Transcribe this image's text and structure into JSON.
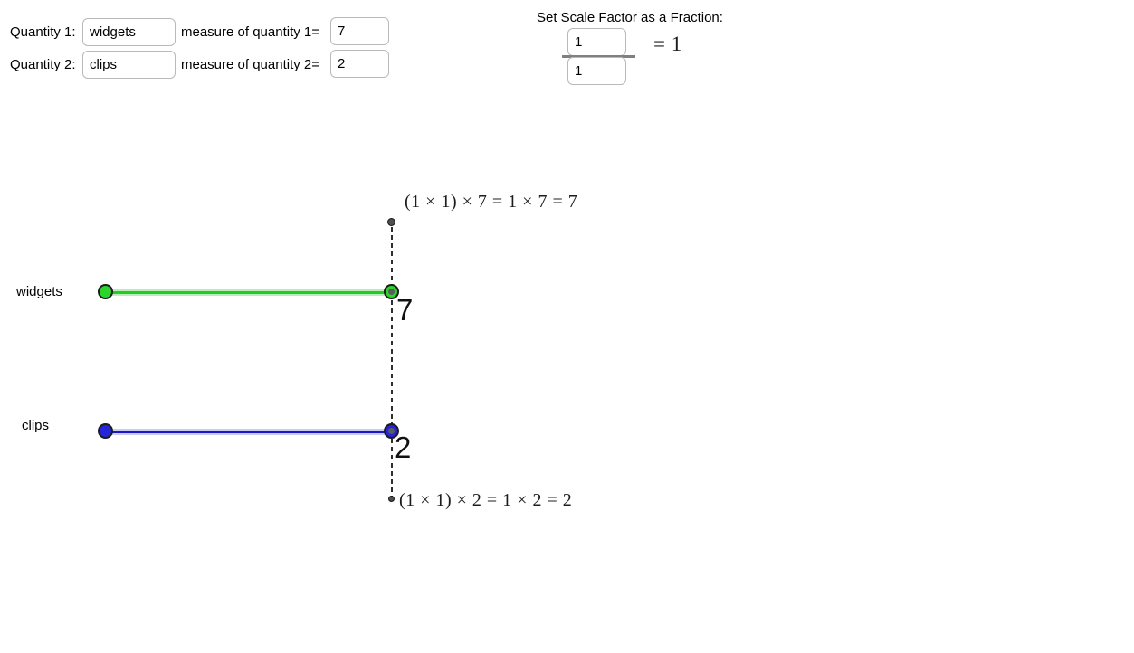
{
  "controls": {
    "quantity1_label": "Quantity 1:",
    "quantity1_value": "widgets",
    "measure1_label": "measure of quantity 1=",
    "measure1_value": "7",
    "quantity2_label": "Quantity 2:",
    "quantity2_value": "clips",
    "measure2_label": "measure of quantity 2=",
    "measure2_value": "2"
  },
  "scale_factor": {
    "title": "Set Scale Factor as a Fraction:",
    "numerator": "1",
    "denominator": "1",
    "result": "= 1"
  },
  "diagram": {
    "rows": [
      {
        "label": "widgets",
        "value": "7",
        "expression": "(1 × 1) × 7 = 1 × 7 = 7",
        "line_color": "#1fcf1f",
        "halo_color": "#bcecbc",
        "point_color": "#2ad42a"
      },
      {
        "label": "clips",
        "value": "2",
        "expression": "(1 × 1) × 2 = 1 × 2 = 2",
        "line_color": "#1a15cc",
        "halo_color": "#c9ccf0",
        "point_color": "#2424d8"
      }
    ],
    "guide_color": "#2e2e2e"
  }
}
